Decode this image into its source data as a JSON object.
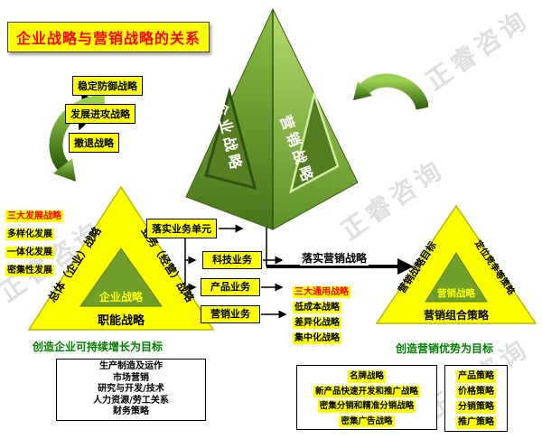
{
  "title": "企业战略与营销战略的关系",
  "watermark": "正睿咨询",
  "colors": {
    "highlight_yellow": "#ffff00",
    "title_red": "#ff0000",
    "goal_green": "#008000",
    "pyramid_dark_green": "#49751b",
    "pyramid_light_green": "#aacf5f"
  },
  "pyramid": {
    "left_face": "企业战略",
    "right_face": "营销战略"
  },
  "top_strategies": [
    "稳定防御战略",
    "发展进攻战略",
    "撤退战略"
  ],
  "development_box": {
    "title": "三大发展战略",
    "items": [
      "多样化发展",
      "一体化发展",
      "密集性发展"
    ]
  },
  "left_triangle": {
    "left_edge": "总体（企业）战略",
    "right_edge": "业务（经营）战略",
    "inner": "企业战略",
    "bottom": "职能战略"
  },
  "business_unit_label": "落实业务单元",
  "business_boxes": [
    "科技业务",
    "产品业务",
    "营销业务"
  ],
  "marketing_arrow_label": "落实营销战略",
  "generic_box": {
    "title": "三大通用战略",
    "items": [
      "低成本战略",
      "差异化战略",
      "集中化战略"
    ]
  },
  "right_triangle": {
    "left_edge": "营销战略目标",
    "right_edge": "定位竞争等策略",
    "inner": "营销战略",
    "bottom": "营销组合策略"
  },
  "left_goal": "创造企业可持续增长为目标",
  "right_goal": "创造营销优势为目标",
  "function_items": [
    "生产制造及运作",
    "市场营销",
    "研究与开发/技术",
    "人力资源/劳工关系",
    "财务策略"
  ],
  "marketing_items": [
    "名牌战略",
    "新产品快速开发和推广战略",
    "密集分销和精准分销战略",
    "密集广告战略"
  ],
  "mix_items": [
    "产品策略",
    "价格策略",
    "分销策略",
    "推广策略"
  ]
}
